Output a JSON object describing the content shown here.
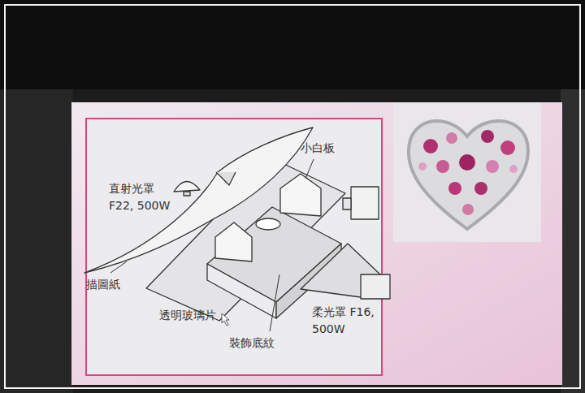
{
  "diagram": {
    "labels": [
      "小白板",
      "直射光罩 F22, 500W",
      "描圖紙",
      "透明玻璃片",
      "裝飾底紋",
      "柔光罩 F16, 500W"
    ]
  }
}
